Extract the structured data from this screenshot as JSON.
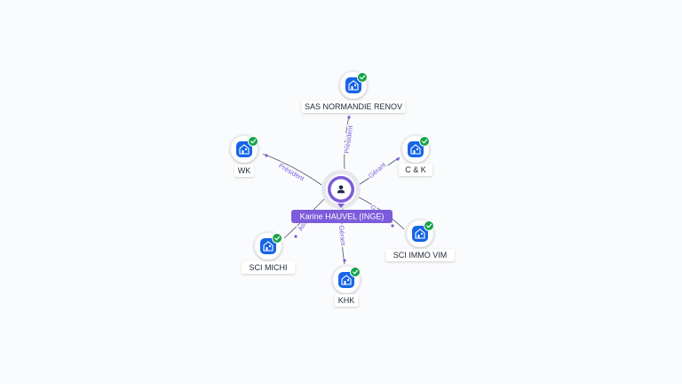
{
  "center": {
    "name": "Karine HAUVEL (INGE)",
    "icon": "person-icon",
    "color": "#7c5cdb"
  },
  "colors": {
    "company_icon_bg": "#1764e8",
    "check_badge": "#16a34a",
    "edge_label": "#7c5cdb"
  },
  "nodes": [
    {
      "id": "sas-normandie-renov",
      "name": "SAS NORMANDIE RENOV",
      "relation": "Président",
      "icon": "building-icon",
      "verified": true
    },
    {
      "id": "wk",
      "name": "WK",
      "relation": "Président",
      "icon": "building-icon",
      "verified": true
    },
    {
      "id": "c-and-k",
      "name": "C & K",
      "relation": "Gérant",
      "icon": "building-icon",
      "verified": true
    },
    {
      "id": "sci-immo-vim",
      "name": "SCI IMMO VIM",
      "relation": "G",
      "icon": "building-icon",
      "verified": true
    },
    {
      "id": "khk",
      "name": "KHK",
      "relation": "Gérant",
      "icon": "building-icon",
      "verified": true
    },
    {
      "id": "sci-michi",
      "name": "SCI MICHI",
      "relation": "Ass",
      "icon": "building-icon",
      "verified": true
    }
  ]
}
